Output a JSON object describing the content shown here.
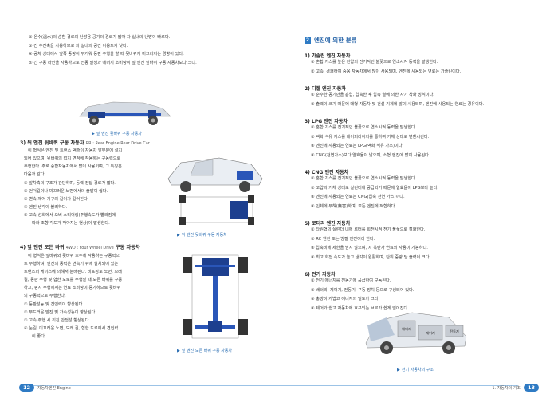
{
  "left": {
    "intro_items": [
      "② 온수(溫水)의 순환 경로의 난방용 공기의 경로가 짧아 차 실내의 난방이 빠르다.",
      "③ 긴 추진축을 사용하므로 차 실내의 공간 이용도가 낮다.",
      "④ 공차 상태에서 앞쪽 중량이 무거워 등판 주행을 할 때 뒷바퀴가 미끄러지는 경향이 있다.",
      "⑤ 긴 구동 라인을 사용하므로 전동 말생과 에너지 소비량이 앞 엔진 앞바퀴 구동 자동차보다 크다."
    ],
    "fig1_caption": "앞 엔진 뒷바퀴 구동 자동차",
    "s3": {
      "title": "3) 뒤 엔진 뒷바퀴 구동 자동차",
      "title_en": "RR : Rear Engine Rear Drive Car",
      "body": [
        "이 형식은 엔진 및 트랜스 액슬이 자동차 앞부분에 설치",
        "되어 있으며, 뒷바퀴의 접지 면적에 작용하는 구동력으로",
        "주행한다. 주로 승합자동차에서 많이 사용되며, 그 특징은",
        "다음과 같다."
      ],
      "items": [
        "① 앞차축의 구조가 간단하며, 동력 전달 경로가 짧다.",
        "② 언덕길이나 미끄러운 노면에서의 출발이 쉽다.",
        "③ 변속 제어 기구의 길이가 길어진다.",
        "④ 엔진 냉각이 불리하다.",
        "⑤ 고속 선회에서 오버 스티어링(주행속도가 빨라짐에",
        "따라 조향 각도가 작아지는 현상)이 발생한다."
      ],
      "fig_caption": "뒤 엔진 뒷바퀴 구동 자동차"
    },
    "s4": {
      "title": "4) 앞 엔진 모든 바퀴",
      "title_en": "4WD : Four Wheel Drive",
      "title_tail": "구동 자동차",
      "body": [
        "이 형식은 앞바퀴와 뒷바퀴 모두에 작용하는 구동력으",
        "로 주행하며, 엔진의 동력은 변속기 뒤에 설치되어 있는",
        "트랜스퍼 케이스에 의해서 분배된다. 비포장로 노면, 모래",
        "길, 등판 주행 및 험한 도로를 주행할 때 모든 바퀴를 구동",
        "하고, 평지 주행에서는 연료 소비량이 증가하므로 뒷바퀴",
        "의 구동력으로 주행한다."
      ],
      "items": [
        "① 등판성능 및 견인력이 향상된다.",
        "② 무드러운 발진 및 가속성능이 향상된다.",
        "③ 고속 주행 시 직진 안전성 향상된다.",
        "④ 눈길, 미끄러운 노면, 모래 길, 험한 도로에서 견인력",
        "이 좋다."
      ],
      "fig_caption": "앞 엔진 모든 바퀴 구동 자동차"
    },
    "footer": {
      "page": "12",
      "book": "자동차엔진 Engine"
    }
  },
  "right": {
    "section_num": "2",
    "section_title": "엔진에 의한 분류",
    "groups": [
      {
        "title": "1) 가솔린 엔진 자동차",
        "items": [
          "① 혼합 가스를 높은 전압의 전기적인 불꽃으로 연소시켜 동력을 발생한다.",
          "② 고속, 경쾌하여 승용 자동차에서 많이 사용되며, 엔진에 사용되는 연료는 가솔린이다."
        ]
      },
      {
        "title": "2) 디젤 엔진 자동차",
        "items": [
          "① 순수한 공기만을 흡입, 압축한 후 압축 열에 의한 자기 착화 방식이다.",
          "② 출력이 크기 때문에 대형 자동차 및 건설 기계에 많이 사용되며, 엔진에 사용되는 연료는 경유이다."
        ]
      },
      {
        "title": "3) LPG 엔진 자동차",
        "items": [
          "① 혼합 가스를 전기적인 불꽃으로 연소시켜 동력을 발생한다.",
          "② 액화 석유 가스를 베이퍼라이저를 통하여 기체 상태로 변환시킨다.",
          "③ 엔진에 사용되는 연료는 LPG(액화 석유 가스)이다.",
          "④ CNG(천연가스)보다 열효율이 낮으며, 소형 엔진에 많이 사용된다."
        ]
      },
      {
        "title": "4) CNG 엔진 자동차",
        "items": [
          "① 혼합 가스를 전기적인 불꽃으로 연소시켜 동력을 발생한다.",
          "② 고압의 기체 상태로 실린더에 공급되기 때문에 열효율이 LPG보다 높다.",
          "③ 엔진에 사용되는 연료는 CNG(압축 천연 가스)이다.",
          "④ 인체에 무해(無害)하며, 모든 엔진에 적합하다."
        ]
      },
      {
        "title": "5) 로터리 엔진 자동차",
        "items": [
          "① 타원형의 실린더 내에 로터를 회전시켜 전기 불꽃으로 점화한다.",
          "② RC 엔진 또는 방켈 엔진이라 한다.",
          "③ 압축비에 제한을 받지 않으며, 저 옥탄가 연료의 사용이 가능하다.",
          "④ 최고 회전 속도가 높고 냉각이 원활하며, 단위 중량 당 출력이 크다."
        ]
      },
      {
        "title": "6) 전기 자동차",
        "items": [
          "① 전기 에너지를 전동기에 공급하여 구동된다.",
          "② 배터리, 제어기, 전동기, 구동 장치 등으로 구성되어 있다.",
          "③ 충방이 가볍고 에너지의 밀도가 크다.",
          "④ 제어가 쉽고 자동차에 효구되는 브르가 쉽게 얻어진다."
        ]
      }
    ],
    "fig_caption": "전기 자동차의 구조",
    "fig_labels": [
      "배터리",
      "제어기",
      "전동기"
    ],
    "footer": {
      "page": "13",
      "chapter": "1. 자동차의 기초"
    }
  }
}
